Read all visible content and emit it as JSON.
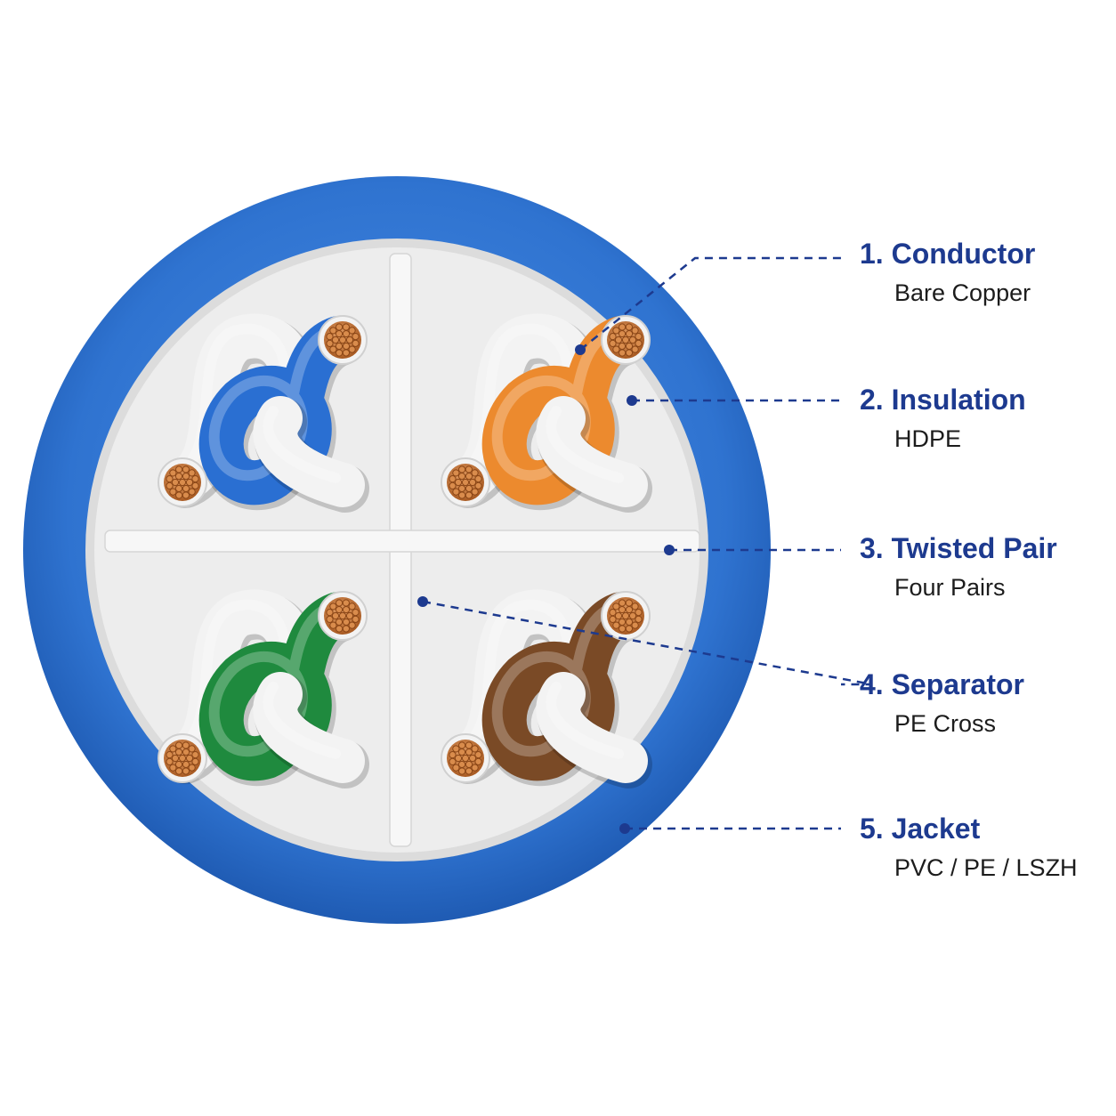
{
  "colors": {
    "jacket": "#2f73d0",
    "jacket_dark": "#1f5bb3",
    "separator": "#f4f4f4",
    "tray": "#e2e2e2",
    "copper": "#c9793d",
    "leader_line": "#1d3a8f",
    "pair_blue": "#2a6fd2",
    "pair_orange": "#ec8a2e",
    "pair_green": "#1f8a3e",
    "pair_brown": "#7a4a26",
    "wire_white": "#f3f3f3"
  },
  "pairs": [
    {
      "name": "blue-pair",
      "color_key": "pair_blue"
    },
    {
      "name": "orange-pair",
      "color_key": "pair_orange"
    },
    {
      "name": "green-pair",
      "color_key": "pair_green"
    },
    {
      "name": "brown-pair",
      "color_key": "pair_brown"
    }
  ],
  "labels": [
    {
      "title": "1. Conductor",
      "subtitle": "Bare Copper"
    },
    {
      "title": "2. Insulation",
      "subtitle": "HDPE"
    },
    {
      "title": "3. Twisted Pair",
      "subtitle": "Four Pairs"
    },
    {
      "title": "4. Separator",
      "subtitle": "PE Cross"
    },
    {
      "title": "5. Jacket",
      "subtitle": "PVC / PE / LSZH"
    }
  ]
}
